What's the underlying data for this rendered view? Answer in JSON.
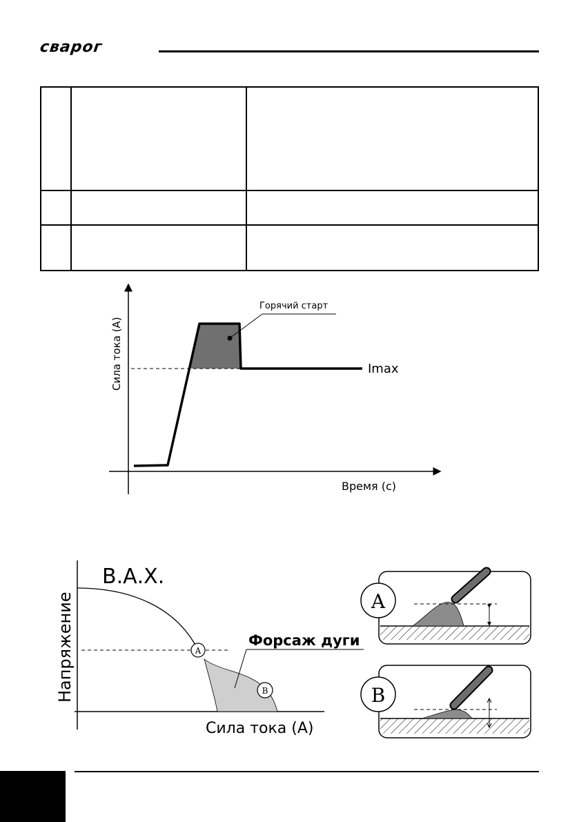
{
  "header": {
    "logo_text": "сварог"
  },
  "hot_start_chart": {
    "ylabel": "Сила тока (А)",
    "xlabel": "Время (с)",
    "annotation": "Горячий старт",
    "level_label": "Imax"
  },
  "vah_chart": {
    "title": "В.А.Х.",
    "ylabel": "Напряжение",
    "xlabel": "Сила тока (А)",
    "annotation": "Форсаж дуги",
    "point_a": "A",
    "point_b": "B"
  },
  "insets": {
    "a_label": "A",
    "b_label": "B"
  },
  "colors": {
    "ink": "#000000",
    "hot_start_fill": "#707070",
    "arc_force_fill": "#cfcfcf",
    "weld_fill": "#8c8c8c"
  }
}
